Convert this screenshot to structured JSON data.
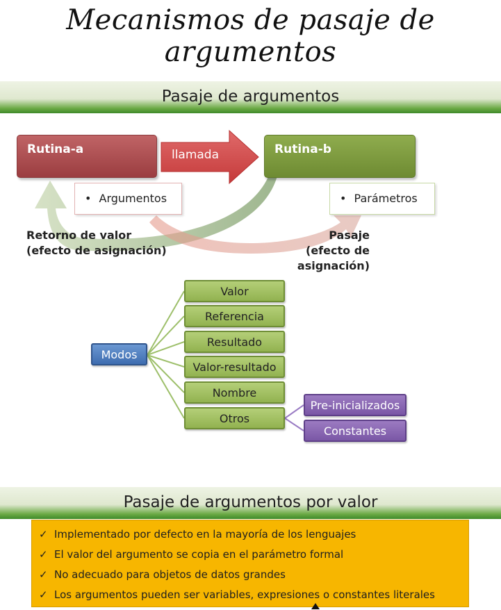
{
  "title": "Mecanismos de pasaje de argumentos",
  "section1": {
    "header": "Pasaje de argumentos",
    "rutina_a": "Rutina-a",
    "rutina_b": "Rutina-b",
    "arrow_label": "llamada",
    "argumentos": "Argumentos",
    "parametros": "Parámetros",
    "retorno_line1": "Retorno de valor",
    "retorno_line2": "(efecto de asignación)",
    "pasaje_line1": "Pasaje",
    "pasaje_line2": "(efecto de asignación)",
    "bullet": "•"
  },
  "modos": {
    "root": "Modos",
    "items": [
      "Valor",
      "Referencia",
      "Resultado",
      "Valor-resultado",
      "Nombre",
      "Otros"
    ],
    "otros_children": [
      "Pre-inicializados",
      "Constantes"
    ]
  },
  "section2": {
    "header": "Pasaje de argumentos por valor",
    "check": "✓",
    "items": [
      "Implementado por defecto en la mayoría de los lenguajes",
      "El valor del argumento se copia en el parámetro formal",
      "No adecuado para objetos de datos grandes",
      "Los argumentos pueden ser variables, expresiones o constantes literales"
    ]
  },
  "colors": {
    "band_green": "#3f8a2a",
    "rutina_a": "#a94a4c",
    "rutina_b": "#7a9838",
    "modo_green": "#a3c165",
    "modo_purple": "#8a68b4",
    "modo_blue": "#5582c2",
    "yellow_box": "#f7b600"
  }
}
